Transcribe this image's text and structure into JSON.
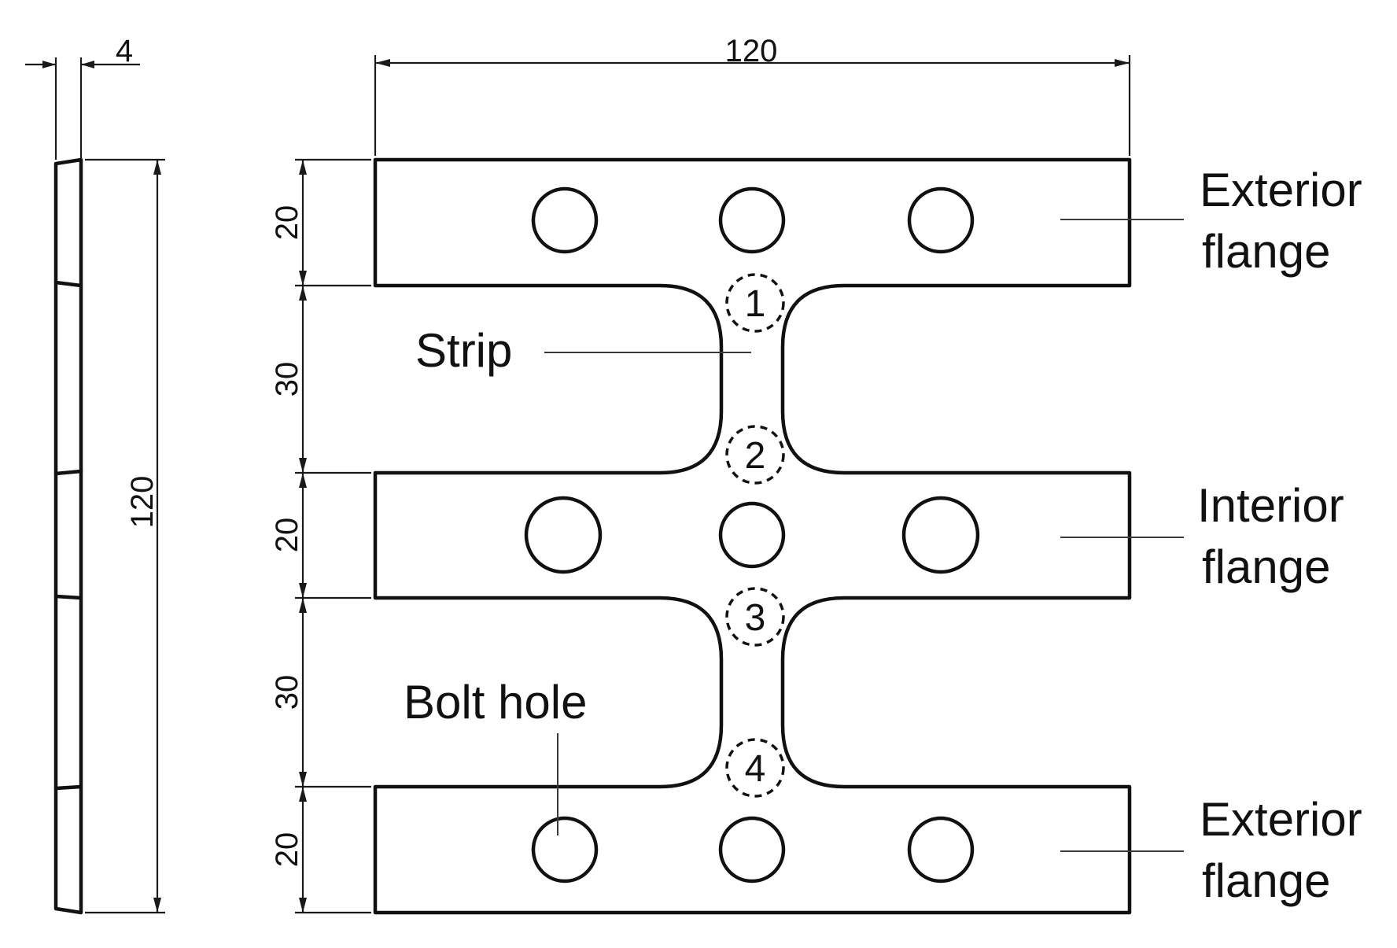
{
  "dimensions": {
    "side_thickness": "4",
    "side_height": "120",
    "total_width": "120",
    "flange_top": "20",
    "strip_upper": "30",
    "flange_middle": "20",
    "strip_lower": "30",
    "flange_bottom": "20"
  },
  "labels": {
    "exterior_top_line1": "Exterior",
    "exterior_top_line2": "flange",
    "interior_line1": "Interior",
    "interior_line2": "flange",
    "exterior_bottom_line1": "Exterior",
    "exterior_bottom_line2": "flange",
    "strip": "Strip",
    "bolt_hole": "Bolt hole"
  },
  "markers": [
    "1",
    "2",
    "3",
    "4"
  ],
  "colors": {
    "line": "#111111",
    "background": "#ffffff"
  }
}
